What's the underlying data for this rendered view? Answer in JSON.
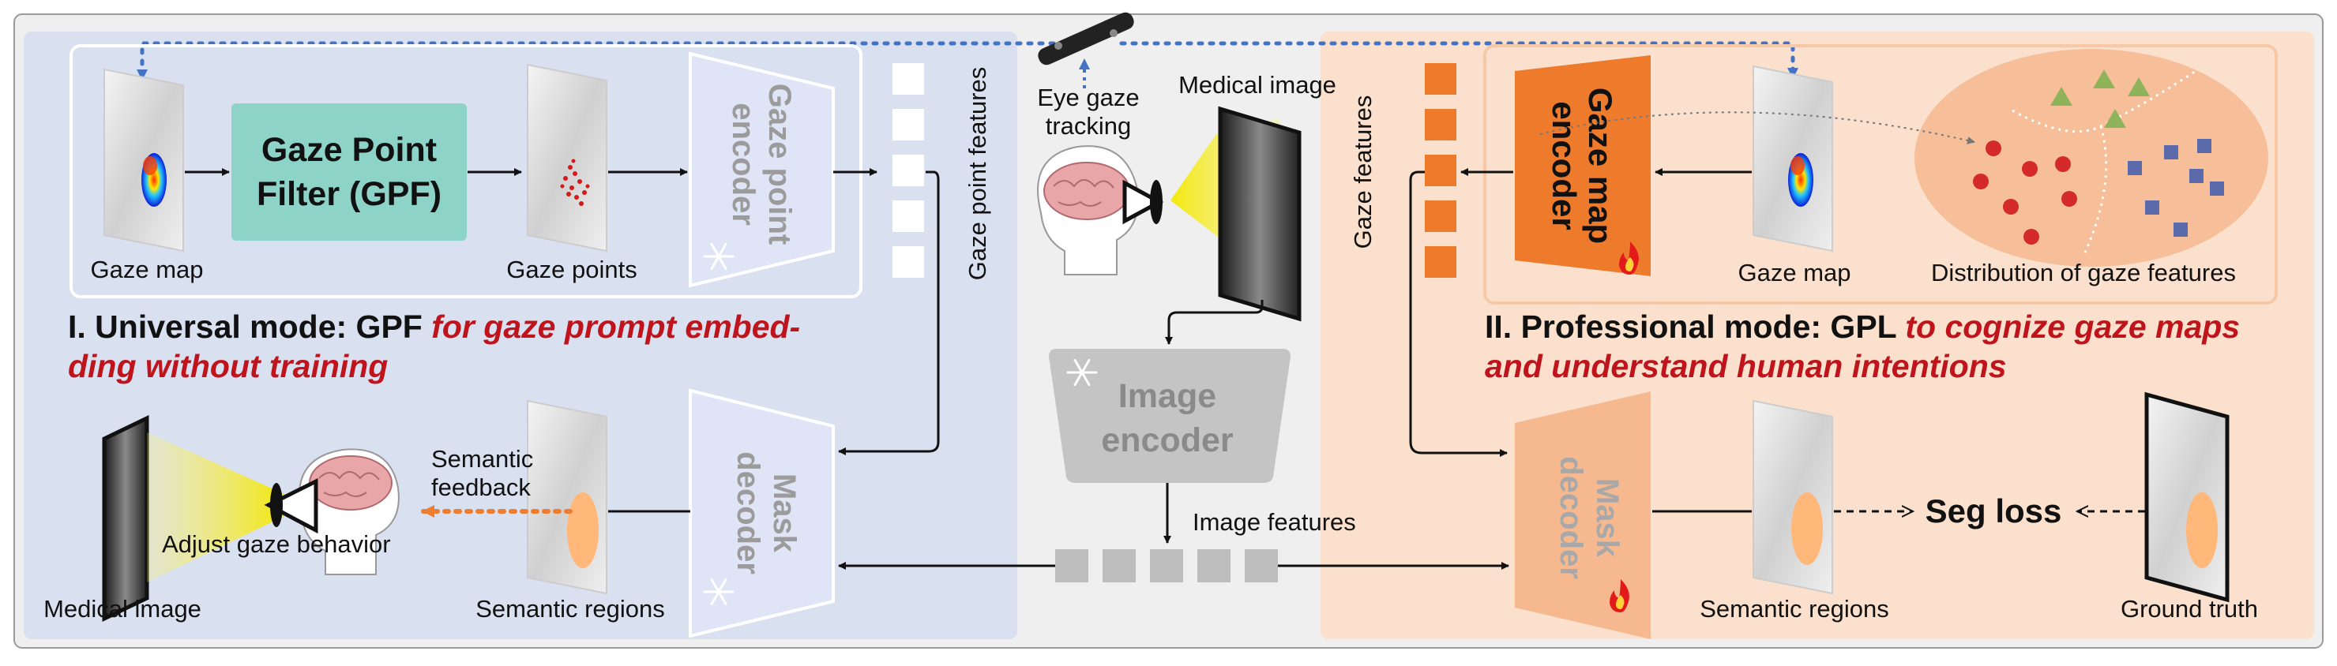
{
  "colors": {
    "universal_bg": "#d9e0f0",
    "professional_bg": "#fbe1cd",
    "gpf_box": "#8dd3c7",
    "gaze_map_encoder": "#ee7b2c",
    "mask_decoder_pro": "#f6b88f",
    "accent_red": "#c0141c",
    "arrow_blue": "#4472c4",
    "arrow_orange": "#ed7d31"
  },
  "universal": {
    "gaze_map_label": "Gaze map",
    "gpf_line1": "Gaze Point",
    "gpf_line2": "Filter (GPF)",
    "gaze_points_label": "Gaze points",
    "gaze_point_encoder_line1": "Gaze point",
    "gaze_point_encoder_line2": "encoder",
    "gaze_point_features_label": "Gaze point features",
    "title_part1": "I. Universal mode: GPF ",
    "title_red_line1": "for gaze prompt embed-",
    "title_red_line2": "ding without training",
    "mask_decoder_line1": "Mask",
    "mask_decoder_line2": "decoder",
    "medical_image_label": "Medical image",
    "adjust_gaze_label": "Adjust gaze behavior",
    "semantic_feedback_line1": "Semantic",
    "semantic_feedback_line2": "feedback",
    "semantic_regions_label": "Semantic regions"
  },
  "center": {
    "eye_gaze_line1": "Eye gaze",
    "eye_gaze_line2": "tracking",
    "medical_image_label": "Medical image",
    "image_encoder_line1": "Image",
    "image_encoder_line2": "encoder",
    "image_features_label": "Image features"
  },
  "professional": {
    "gaze_features_label": "Gaze features",
    "gaze_map_encoder_line1": "Gaze map",
    "gaze_map_encoder_line2": "encoder",
    "gaze_map_label": "Gaze map",
    "distribution_label": "Distribution of gaze features",
    "title_part1": "II. Professional mode: GPL ",
    "title_red_line1": "to cognize gaze maps",
    "title_red_line2": "and understand human intentions",
    "mask_decoder_line1": "Mask",
    "mask_decoder_line2": "decoder",
    "seg_loss_label": "Seg loss",
    "semantic_regions_label": "Semantic regions",
    "ground_truth_label": "Ground truth"
  },
  "icons": [
    "snowflake-icon",
    "fire-icon",
    "brain-icon",
    "eye-icon",
    "eye-tracker-icon",
    "chest-xray-icon"
  ]
}
